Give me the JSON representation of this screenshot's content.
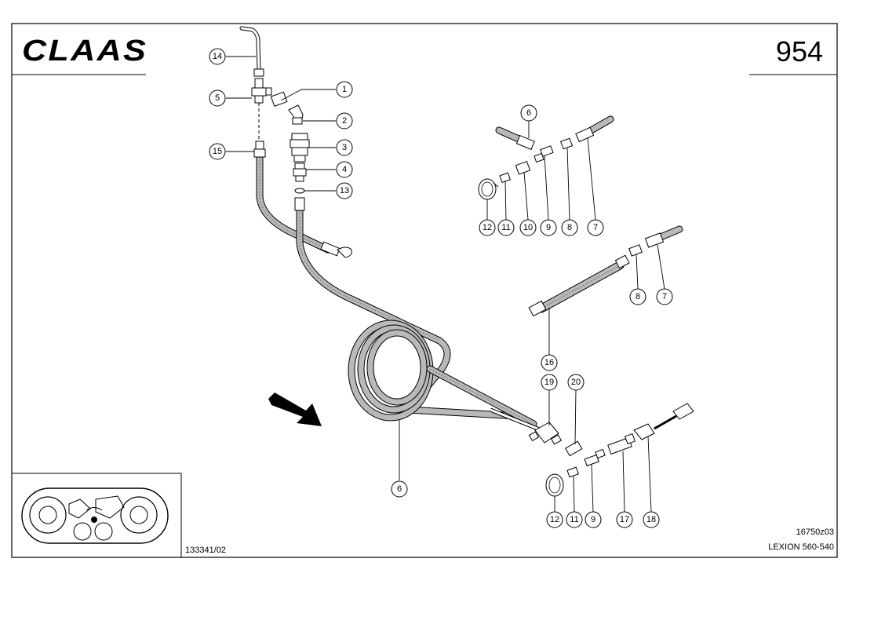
{
  "brand": "CLAAS",
  "page_number": "954",
  "drawing_id": "16750z03",
  "model": "LEXION 560-540",
  "thumb_ref": "133341/02",
  "callouts": [
    "14",
    "5",
    "15",
    "1",
    "2",
    "3",
    "4",
    "13",
    "6",
    "12",
    "11",
    "10",
    "9",
    "8",
    "7",
    "8",
    "7",
    "16",
    "19",
    "20",
    "6",
    "12",
    "11",
    "9",
    "17",
    "18"
  ]
}
